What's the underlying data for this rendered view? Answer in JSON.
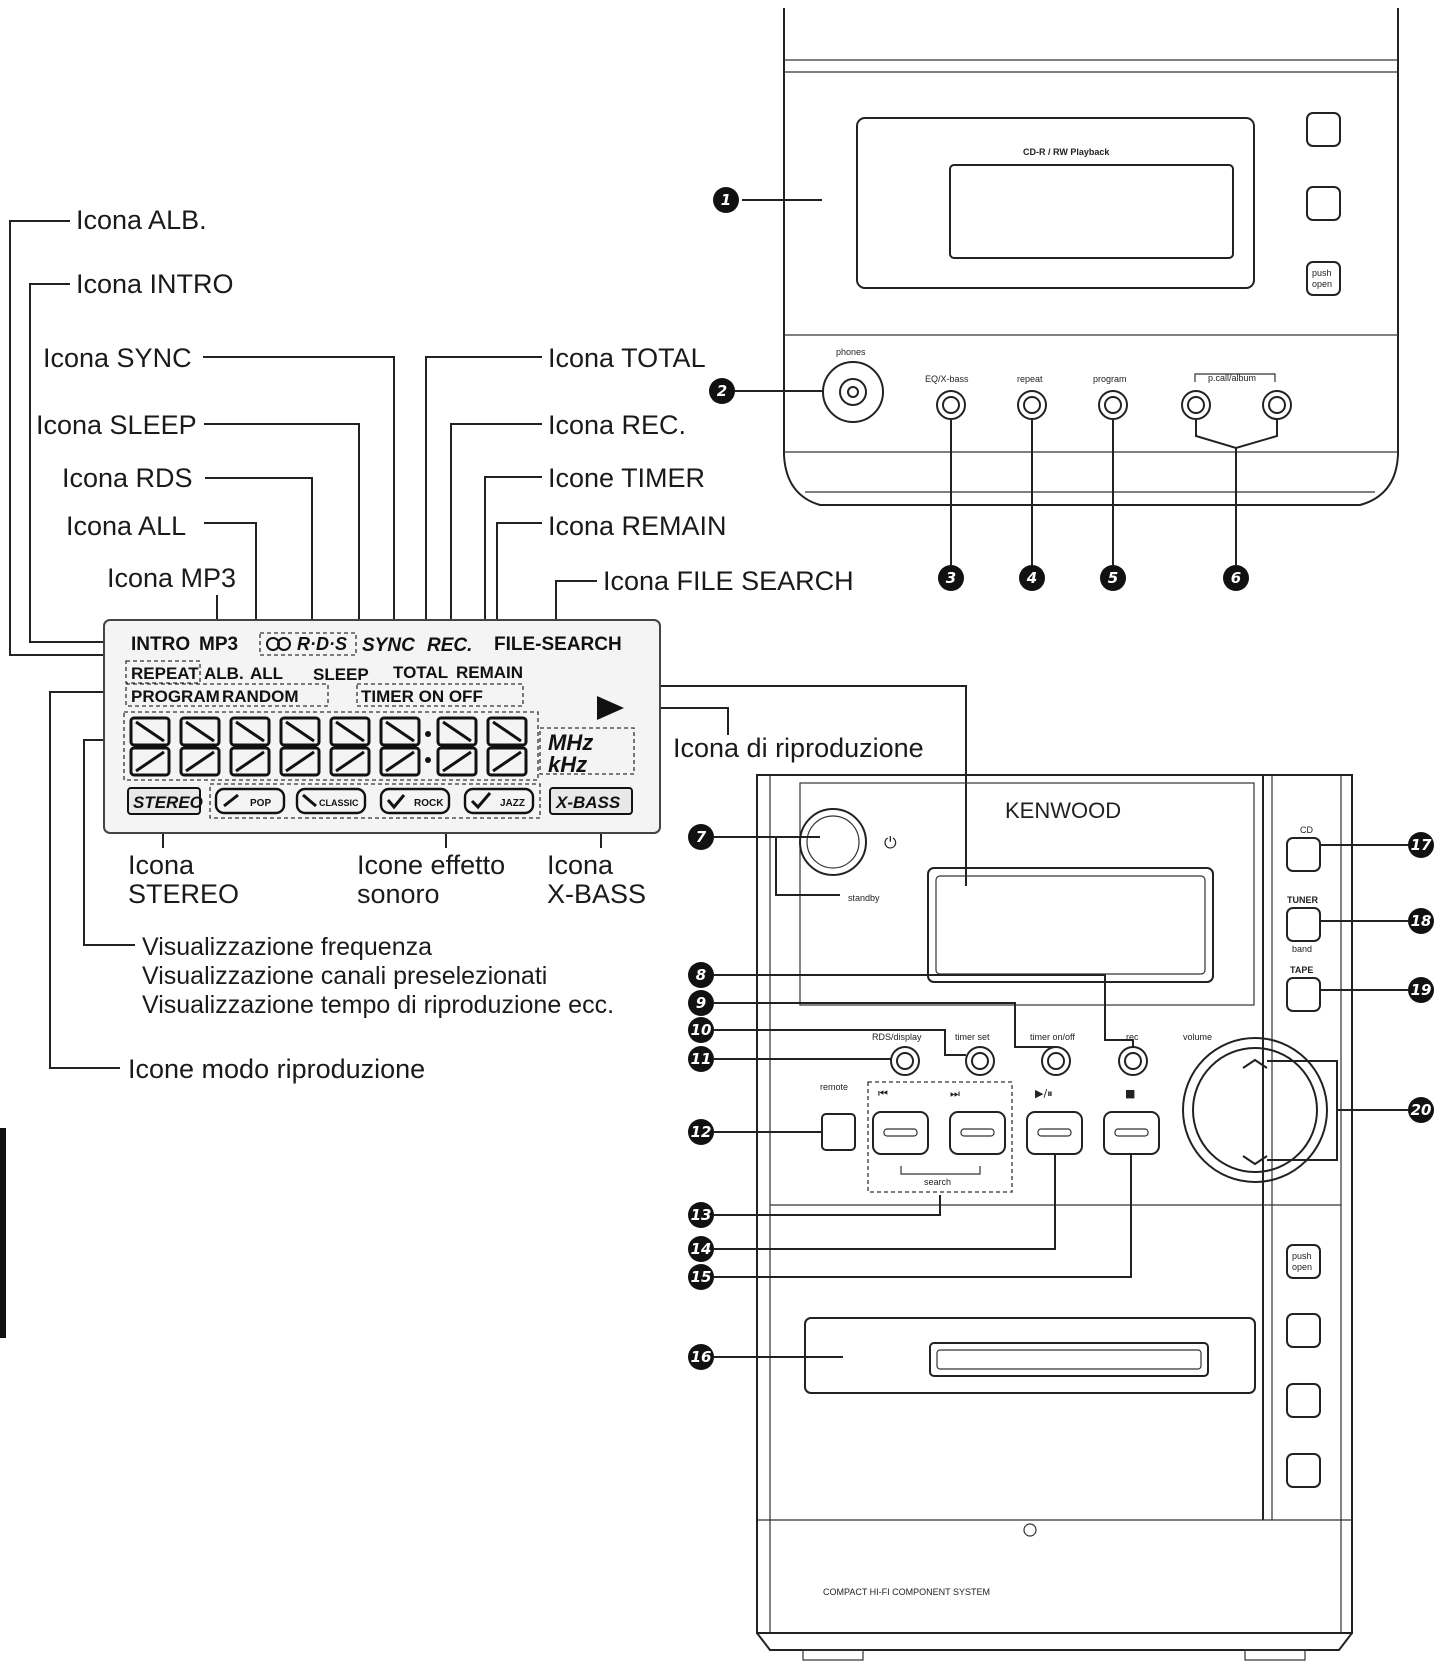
{
  "labels": {
    "alb": "Icona ALB.",
    "intro": "Icona INTRO",
    "sync": "Icona SYNC",
    "sleep": "Icona SLEEP",
    "rds": "Icona RDS",
    "all": "Icona ALL",
    "mp3": "Icona MP3",
    "total": "Icona TOTAL",
    "rec": "Icona REC.",
    "timer": "Icone TIMER",
    "remain": "Icona REMAIN",
    "file_search": "Icona FILE SEARCH",
    "play": "Icona di riproduzione",
    "stereo_1": "Icona",
    "stereo_2": "STEREO",
    "effect_1": "Icone effetto",
    "effect_2": "sonoro",
    "xbass_1": "Icona",
    "xbass_2": "X-BASS",
    "freq_1": "Visualizzazione frequenza",
    "freq_2": "Visualizzazione canali preselezionati",
    "freq_3": "Visualizzazione tempo di riproduzione ecc.",
    "mode": "Icone modo riproduzione"
  },
  "lcd": {
    "intro": "INTRO",
    "mp3": "MP3",
    "rds": "R·D·S",
    "sync": "SYNC",
    "rec": "REC.",
    "file_search": "FILE-SEARCH",
    "repeat": "REPEAT",
    "alb": "ALB.",
    "all": "ALL",
    "sleep": "SLEEP",
    "total": "TOTAL",
    "remain": "REMAIN",
    "program": "PROGRAM",
    "random": "RANDOM",
    "timer": "TIMER ON OFF",
    "mhz": "MHz",
    "khz": "kHz",
    "stereo": "STEREO",
    "pop": "POP",
    "classic": "CLASSIC",
    "rock": "ROCK",
    "jazz": "JAZZ",
    "xbass": "X-BASS"
  },
  "top_unit": {
    "cd_window": "CD-R / RW Playback",
    "push_open_1": "push",
    "push_open_2": "open",
    "phones": "phones",
    "eq": "EQ/X-bass",
    "repeat": "repeat",
    "program": "program",
    "pcall": "p.call/album"
  },
  "main_unit": {
    "brand": "KENWOOD",
    "standby": "standby",
    "cd": "CD",
    "tuner": "TUNER",
    "band": "band",
    "tape": "TAPE",
    "rds_display": "RDS/display",
    "timer_set": "timer set",
    "timer_onoff": "timer on/off",
    "rec": "rec",
    "volume": "volume",
    "remote": "remote",
    "search": "search",
    "push_open_1": "push",
    "push_open_2": "open",
    "bottom": "COMPACT HI-FI COMPONENT SYSTEM"
  },
  "callouts": [
    "1",
    "2",
    "3",
    "4",
    "5",
    "6",
    "7",
    "8",
    "9",
    "10",
    "11",
    "12",
    "13",
    "14",
    "15",
    "16",
    "17",
    "18",
    "19",
    "20"
  ]
}
